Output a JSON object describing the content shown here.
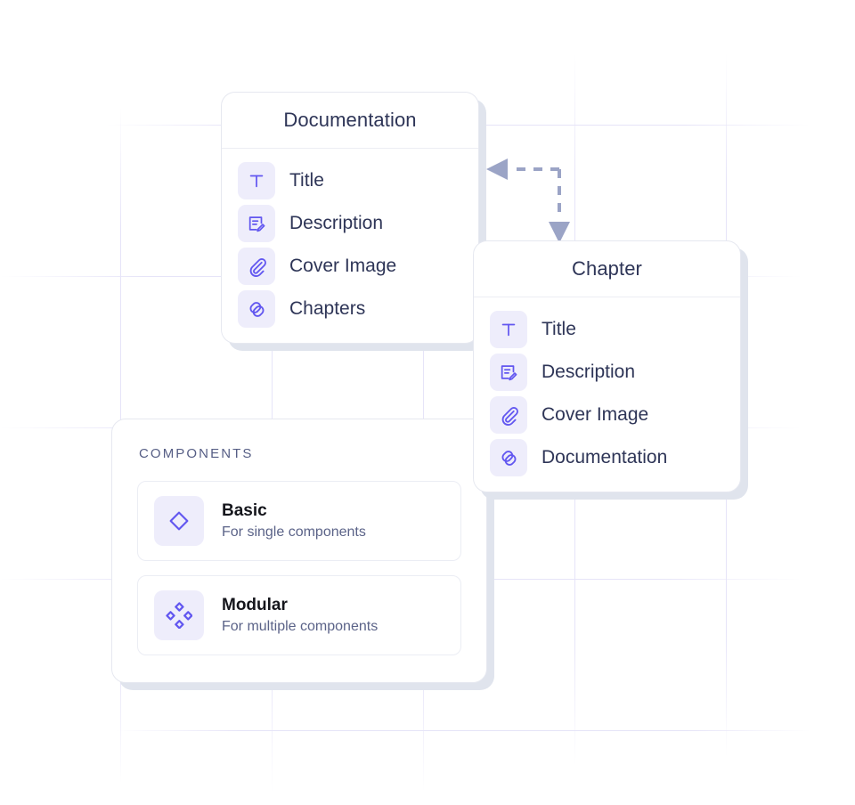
{
  "theme": {
    "accent": "#6257F0",
    "accent_soft_bg": "#EEEDFB",
    "title_text": "#2E3557",
    "muted_text": "#5B6388",
    "grid_line": "#EDEBFB",
    "card_shadow": "#E0E4ED",
    "card_border": "#E6E8F0",
    "connector": "#9BA4C6"
  },
  "cards": [
    {
      "id": "documentation",
      "title": "Documentation",
      "fields": [
        {
          "label": "Title",
          "icon": "text-type-icon"
        },
        {
          "label": "Description",
          "icon": "document-edit-icon"
        },
        {
          "label": "Cover Image",
          "icon": "paperclip-icon"
        },
        {
          "label": "Chapters",
          "icon": "link-chain-icon"
        }
      ]
    },
    {
      "id": "chapter",
      "title": "Chapter",
      "fields": [
        {
          "label": "Title",
          "icon": "text-type-icon"
        },
        {
          "label": "Description",
          "icon": "document-edit-icon"
        },
        {
          "label": "Cover Image",
          "icon": "paperclip-icon"
        },
        {
          "label": "Documentation",
          "icon": "link-chain-icon"
        }
      ]
    }
  ],
  "components_panel": {
    "heading": "COMPONENTS",
    "options": [
      {
        "name": "Basic",
        "description": "For single components",
        "icon": "diamond-outline-icon"
      },
      {
        "name": "Modular",
        "description": "For multiple components",
        "icon": "four-diamonds-icon"
      }
    ]
  },
  "connector": {
    "name": "relation-connector",
    "style": "dashed",
    "arrowheads": [
      "left",
      "down"
    ]
  }
}
